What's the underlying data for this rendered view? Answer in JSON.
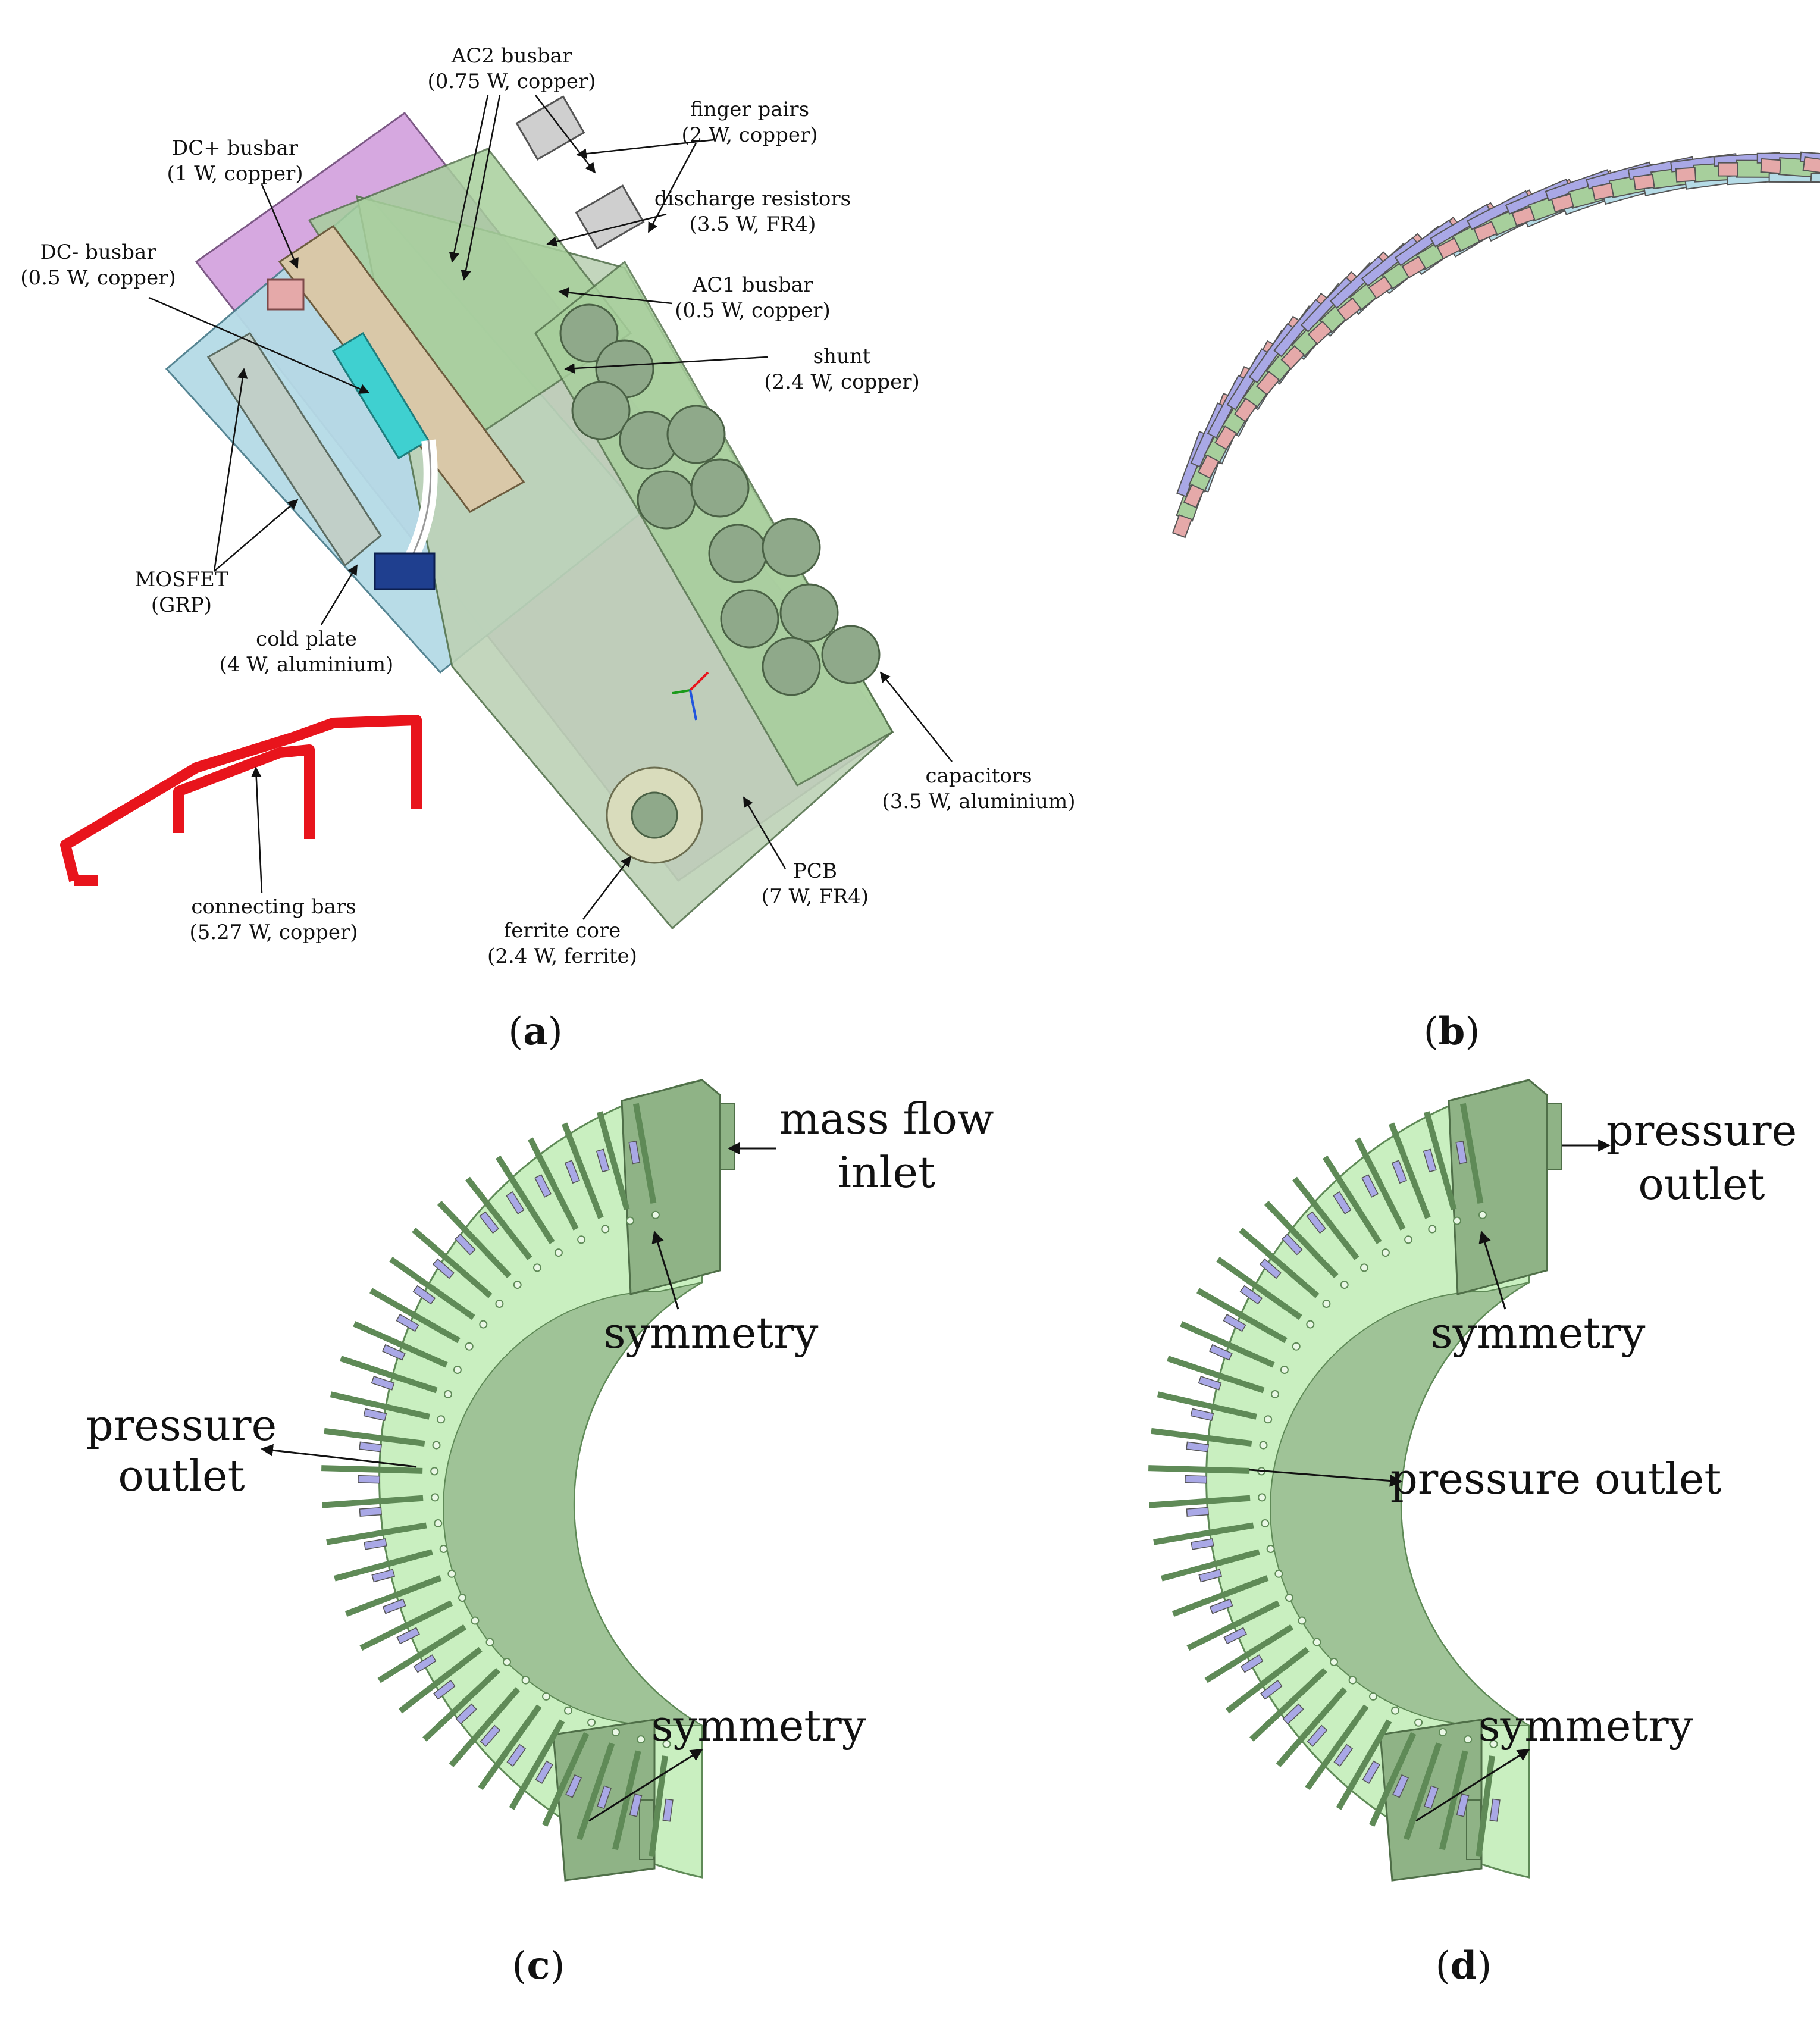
{
  "panel_a": {
    "caption_letter": "a",
    "labels": {
      "ac2_title": "AC2 busbar",
      "ac2_sub": "(0.75 W, copper)",
      "finger_title": "finger pairs",
      "finger_sub": "(2 W, copper)",
      "dcplus_title": "DC+ busbar",
      "dcplus_sub": "(1 W, copper)",
      "discharge_title": "discharge resistors",
      "discharge_sub": "(3.5 W, FR4)",
      "dcminus_title": "DC- busbar",
      "dcminus_sub": "(0.5 W, copper)",
      "ac1_title": "AC1 busbar",
      "ac1_sub": "(0.5 W, copper)",
      "shunt_title": "shunt",
      "shunt_sub": "(2.4 W, copper)",
      "mosfet_title": "MOSFET",
      "mosfet_sub": "(GRP)",
      "coldplate_title": "cold plate",
      "coldplate_sub": "(4 W, aluminium)",
      "capacitors_title": "capacitors",
      "capacitors_sub": "(3.5 W, aluminium)",
      "pcb_title": "PCB",
      "pcb_sub": "(7 W, FR4)",
      "ferrite_title": "ferrite core",
      "ferrite_sub": "(2.4 W, ferrite)",
      "connecting_title": "connecting bars",
      "connecting_sub": "(5.27 W, copper)"
    }
  },
  "panel_b": {
    "caption_letter": "b"
  },
  "panel_c": {
    "caption_letter": "c",
    "labels": {
      "inlet_line1": "mass flow",
      "inlet_line2": "inlet",
      "symmetry_top": "symmetry",
      "outlet_line1": "pressure",
      "outlet_line2": "outlet",
      "symmetry_bottom": "symmetry"
    }
  },
  "panel_d": {
    "caption_letter": "d",
    "labels": {
      "outlet_top_line1": "pressure",
      "outlet_top_line2": "outlet",
      "symmetry_top": "symmetry",
      "outlet_inner": "pressure outlet",
      "symmetry_bottom": "symmetry"
    }
  },
  "colors": {
    "green_fluid": "#c9efc0",
    "green_dark": "#8fb386",
    "pcb_green": "#a7cf9c",
    "capacitor": "#8fa98a",
    "cold_plate": "#b5dbe6",
    "purple": "#d6a8e0",
    "pink": "#e5a9a9",
    "copper_red": "#e8141c",
    "mosfet_cyan": "#3fd0d0",
    "lavender": "#a9a8e6"
  }
}
